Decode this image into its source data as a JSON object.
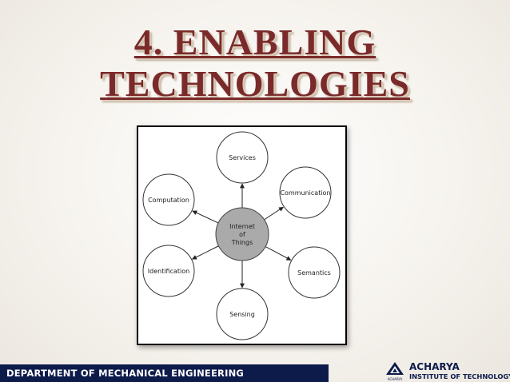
{
  "slide": {
    "title_line1": "4.  ENABLING",
    "title_line2": "TECHNOLOGIES"
  },
  "diagram": {
    "center": "Internet\nof\nThings",
    "nodes": [
      "Services",
      "Communication",
      "Semantics",
      "Sensing",
      "Identification",
      "Computation"
    ]
  },
  "footer": {
    "department": "DEPARTMENT OF MECHANICAL ENGINEERING",
    "logo_name": "ACHARYA",
    "logo_sub": "INSTITUTE OF TECHNOLOGY",
    "logo_mark_text": "ACHARYA"
  },
  "colors": {
    "title": "#7a2a2a",
    "footer_bar": "#0d1b4b",
    "center_fill": "#aaaaaa"
  }
}
